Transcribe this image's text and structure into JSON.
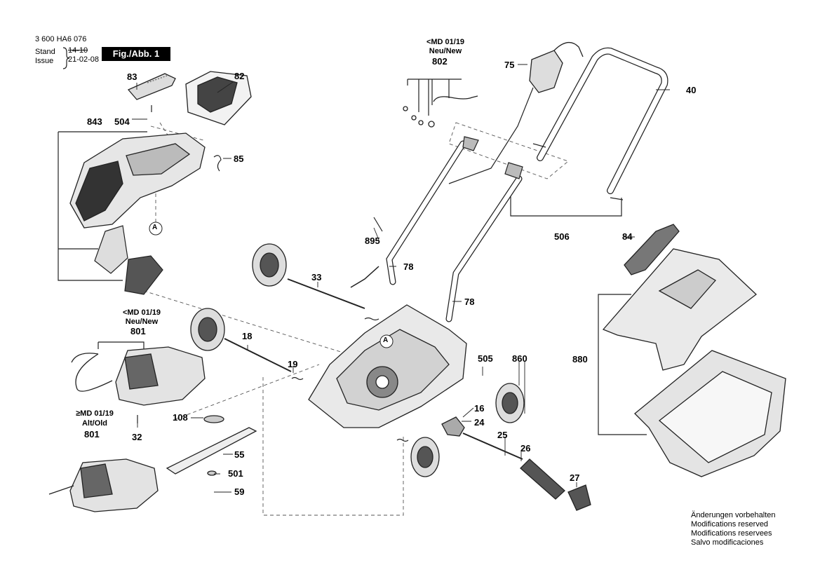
{
  "header": {
    "doc_number": "3 600 HA6 076",
    "stand_label": "Stand",
    "stand_date": "14-10",
    "issue_label": "Issue",
    "issue_date": "21-02-08",
    "figure_label": "Fig./Abb. 1"
  },
  "revision_notes": {
    "motor_new_md": "<MD 01/19",
    "motor_new_sub": "Neu/New",
    "motor_old_md": "≥MD 01/19",
    "motor_old_sub": "Alt/Old",
    "handle_new_md": "<MD 01/19",
    "handle_new_sub": "Neu/New"
  },
  "parts": {
    "p83": "83",
    "p82": "82",
    "p504": "504",
    "p843": "843",
    "p85": "85",
    "p802": "802",
    "p75": "75",
    "p40": "40",
    "p506": "506",
    "p895": "895",
    "p78a": "78",
    "p78b": "78",
    "p84": "84",
    "p33": "33",
    "p801a": "801",
    "p18": "18",
    "p19": "19",
    "p505": "505",
    "p860": "860",
    "p880": "880",
    "p16": "16",
    "p24": "24",
    "p25": "25",
    "p26": "26",
    "p27": "27",
    "p108": "108",
    "p32": "32",
    "p801b": "801",
    "p55": "55",
    "p501": "501",
    "p59": "59"
  },
  "markers": {
    "a1": "A",
    "a2": "A"
  },
  "footer_notes": [
    "Änderungen vorbehalten",
    "Modifications reserved",
    "Modifications reservees",
    "Salvo modificaciones"
  ]
}
